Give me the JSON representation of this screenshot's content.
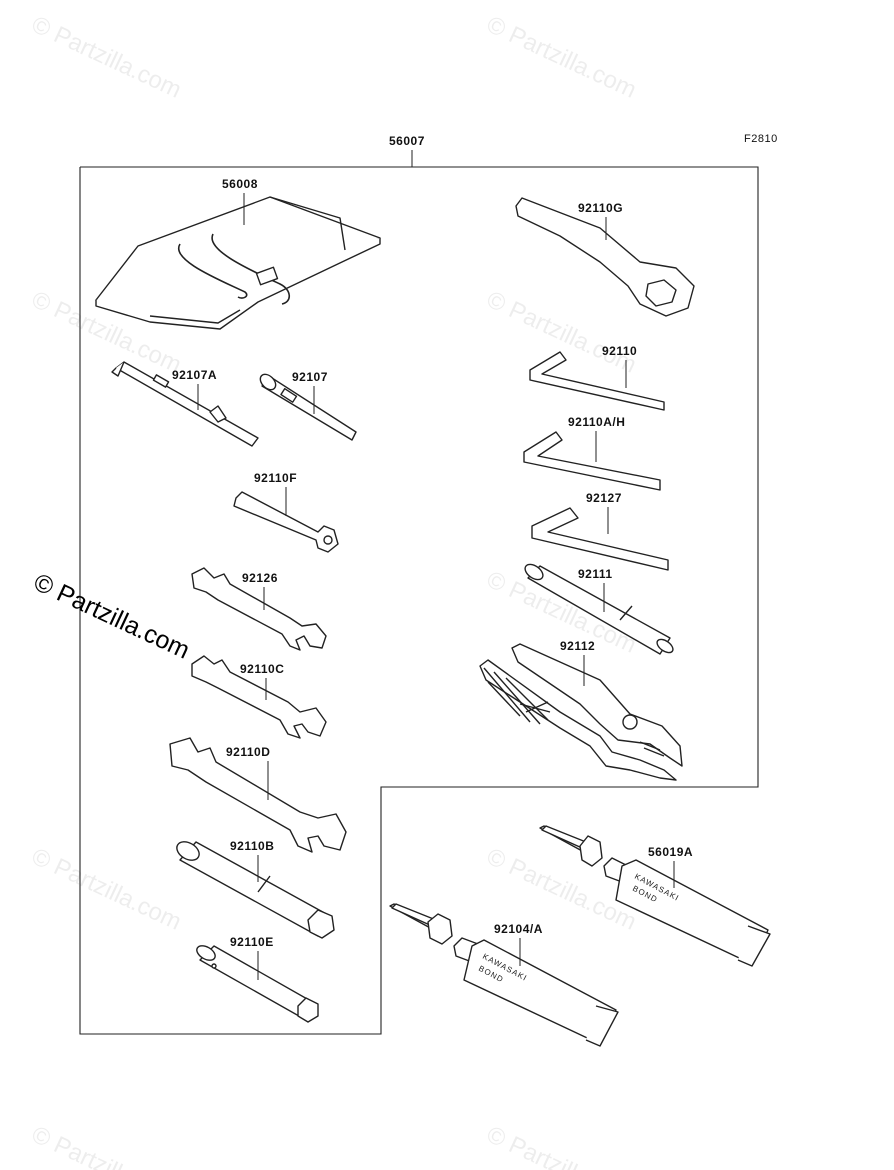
{
  "figure_code": "F2810",
  "assembly_label": "56007",
  "parts": {
    "p56008": "56008",
    "p92107A": "92107A",
    "p92107": "92107",
    "p92110F": "92110F",
    "p92126": "92126",
    "p92110C": "92110C",
    "p92110D": "92110D",
    "p92110B": "92110B",
    "p92110E": "92110E",
    "p92110G": "92110G",
    "p92110": "92110",
    "p92110AH": "92110A/H",
    "p92127": "92127",
    "p92111": "92111",
    "p92112": "92112",
    "p56019A": "56019A",
    "p92104A": "92104/A"
  },
  "tube_print": {
    "brand": "KAWASAKI",
    "product": "BOND"
  },
  "watermark": {
    "main": "© Partzilla.com",
    "tile": "© Partzilla.com"
  },
  "colors": {
    "line": "#222222",
    "background": "#ffffff"
  }
}
